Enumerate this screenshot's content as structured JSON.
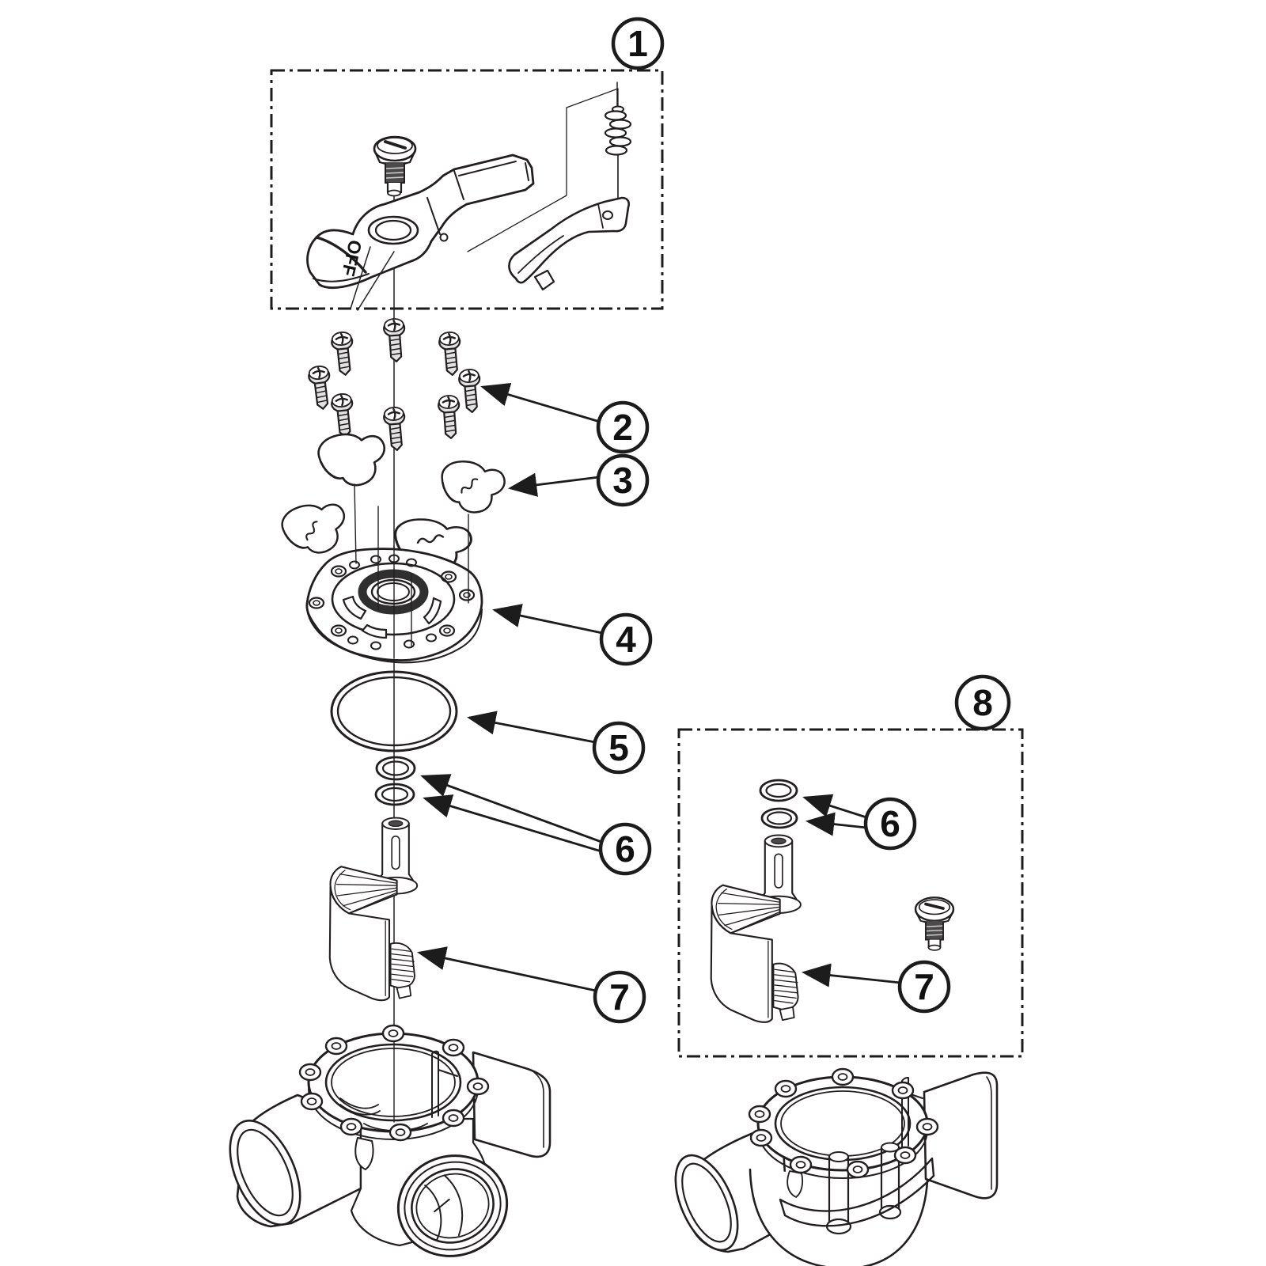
{
  "figure": {
    "background_color": "#ffffff",
    "line_color": "#231f20",
    "handle_label": "OFF",
    "callouts": {
      "c1": "1",
      "c2": "2",
      "c3": "3",
      "c4": "4",
      "c5": "5",
      "c6_left": "6",
      "c7_left": "7",
      "c8": "8",
      "c6_right": "6",
      "c7_right": "7"
    }
  }
}
